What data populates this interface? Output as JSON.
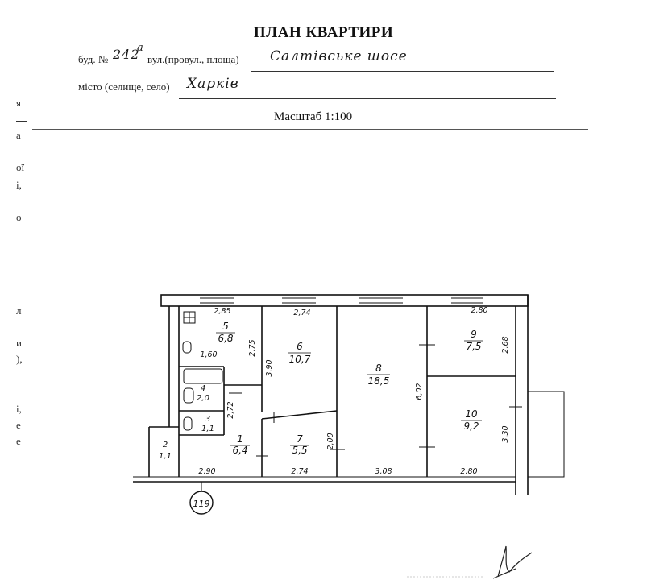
{
  "title": "ПЛАН КВАРТИРИ",
  "building": {
    "label_no": "буд. №",
    "number": "242",
    "number_sup": "а",
    "label_street": "вул.(провул., площа)",
    "street": "Салтівське шосе"
  },
  "city": {
    "label": "місто (селище, село)",
    "value": "Харків"
  },
  "scale": "Масштаб 1:100",
  "margin_fragments": [
    "я",
    "а",
    "ої",
    "і,",
    "о",
    "л",
    "и",
    "),",
    "і,",
    "е",
    "е"
  ],
  "plan": {
    "rooms": [
      {
        "num": "5",
        "area": "6,8"
      },
      {
        "num": "6",
        "area": "10,7"
      },
      {
        "num": "8",
        "area": "18,5"
      },
      {
        "num": "9",
        "area": "7,5"
      },
      {
        "num": "10",
        "area": "9,2"
      },
      {
        "num": "4",
        "area": "2,0"
      },
      {
        "num": "3",
        "area": "1,1"
      },
      {
        "num": "1",
        "area": "6,4"
      },
      {
        "num": "7",
        "area": "5,5"
      },
      {
        "num": "2",
        "area": "1,1"
      }
    ],
    "dimensions": {
      "d_2_85": "2,85",
      "d_2_74_top": "2,74",
      "d_2_80_top": "2,80",
      "d_1_60": "1,60",
      "d_2_75": "2,75",
      "d_3_90": "3,90",
      "d_6_02": "6,02",
      "d_2_68": "2,68",
      "d_2_72": "2,72",
      "d_3_30": "3,30",
      "d_2_00": "2,00",
      "d_2_90": "2,90",
      "d_2_74_bot": "2,74",
      "d_3_08": "3,08",
      "d_2_80_bot": "2,80"
    },
    "apartment_number": "119"
  }
}
